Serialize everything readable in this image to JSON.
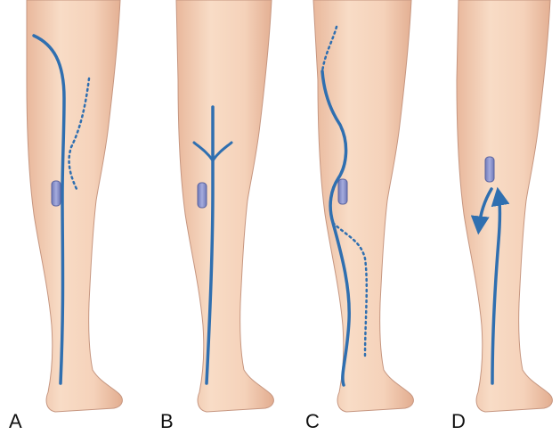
{
  "panels": [
    {
      "label": "A",
      "description_icon": "dotted-collateral-vein"
    },
    {
      "label": "B",
      "description_icon": "branching-vein"
    },
    {
      "label": "C",
      "description_icon": "dotted-bypass-vein"
    },
    {
      "label": "D",
      "description_icon": "bidirectional-flow-arrows"
    }
  ],
  "colors": {
    "skin": "#f6d6bf",
    "skin_shadow": "#e6b69c",
    "outline": "#c69680",
    "vein": "#2f6fb0",
    "cylinder": "#7c86c4"
  }
}
